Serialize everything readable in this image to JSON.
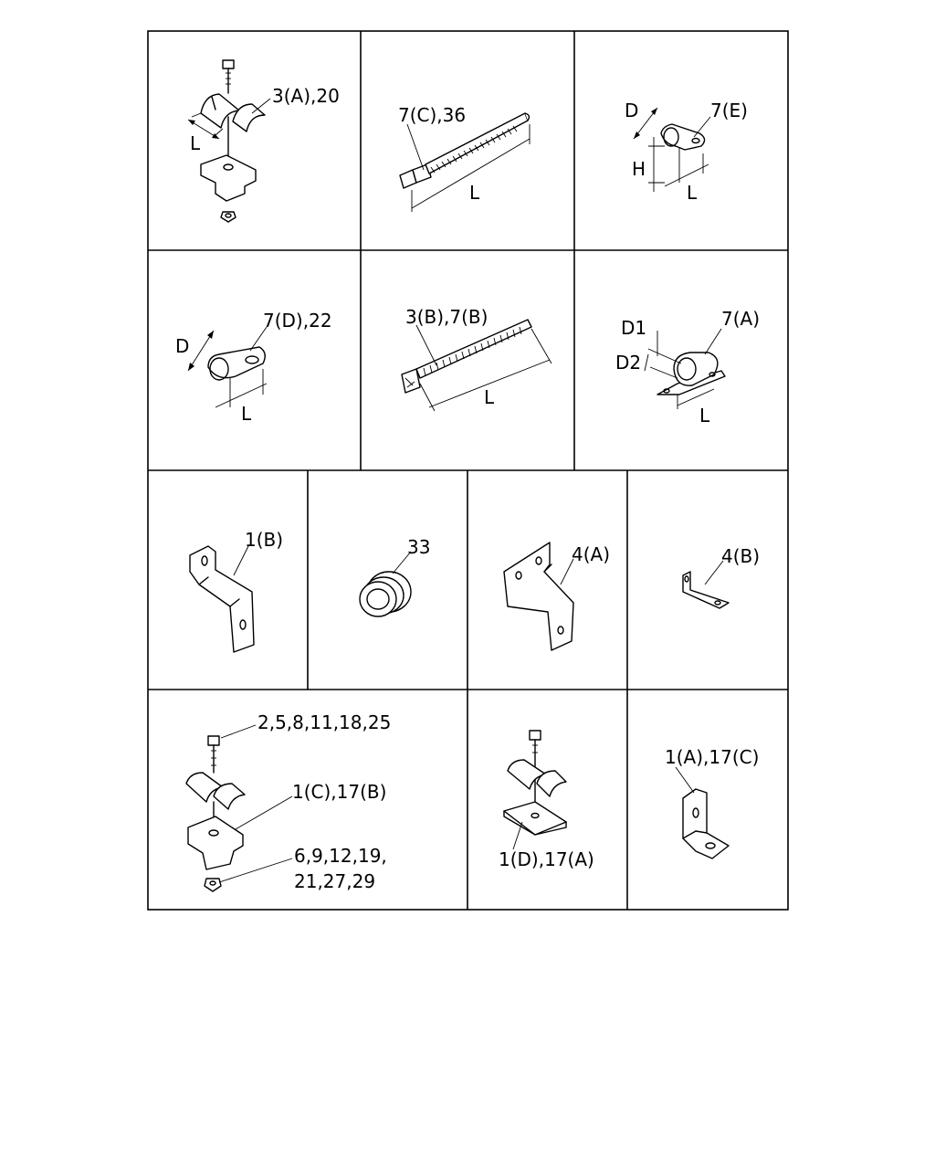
{
  "panels": [
    {
      "id": "p1",
      "labels": [
        "3(A),20",
        "L"
      ],
      "icon": "saddle-clamp-icon"
    },
    {
      "id": "p2",
      "labels": [
        "7(C),36",
        "L"
      ],
      "icon": "cable-tie-icon"
    },
    {
      "id": "p3",
      "labels": [
        "7(E)",
        "D",
        "H",
        "L"
      ],
      "icon": "p-clip-icon"
    },
    {
      "id": "p4",
      "labels": [
        "7(D),22",
        "D",
        "L"
      ],
      "icon": "p-clip-icon"
    },
    {
      "id": "p5",
      "labels": [
        "3(B),7(B)",
        "L"
      ],
      "icon": "cable-tie-icon"
    },
    {
      "id": "p6",
      "labels": [
        "7(A)",
        "D1",
        "D2",
        "L"
      ],
      "icon": "double-clip-icon"
    },
    {
      "id": "p7",
      "labels": [
        "1(B)"
      ],
      "icon": "z-bracket-icon"
    },
    {
      "id": "p8",
      "labels": [
        "33"
      ],
      "icon": "grommet-icon"
    },
    {
      "id": "p9",
      "labels": [
        "4(A)"
      ],
      "icon": "bracket-icon"
    },
    {
      "id": "p10",
      "labels": [
        "4(B)"
      ],
      "icon": "l-bracket-icon"
    },
    {
      "id": "p11",
      "labels": [
        "2,5,8,11,18,25",
        "1(C),17(B)",
        "6,9,12,19,",
        "21,27,29"
      ],
      "icon": "clamp-assembly-icon"
    },
    {
      "id": "p12",
      "labels": [
        "1(D),17(A)"
      ],
      "icon": "clamp-plate-icon"
    },
    {
      "id": "p13",
      "labels": [
        "1(A),17(C)"
      ],
      "icon": "angle-bracket-icon"
    }
  ]
}
